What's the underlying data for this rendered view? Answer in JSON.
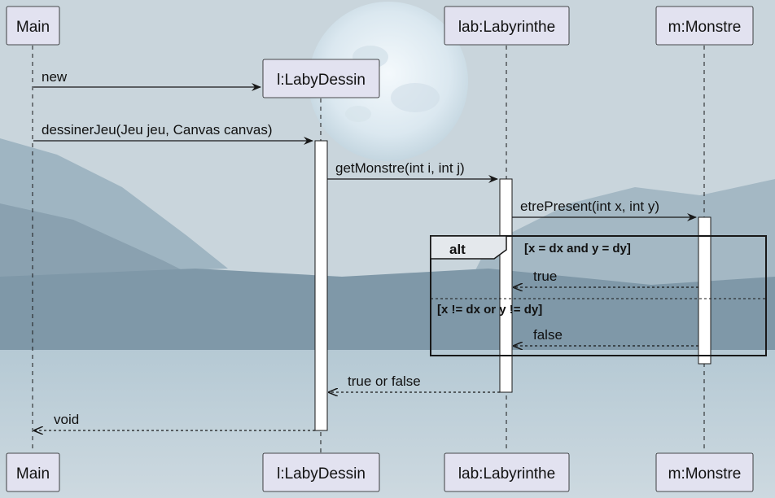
{
  "participants": [
    {
      "id": "main",
      "name": "Main"
    },
    {
      "id": "l",
      "name": "l:LabyDessin"
    },
    {
      "id": "lab",
      "name": "lab:Labyrinthe"
    },
    {
      "id": "m",
      "name": "m:Monstre"
    }
  ],
  "messages": [
    {
      "from": "main",
      "to": "l",
      "label": "new",
      "kind": "sync"
    },
    {
      "from": "main",
      "to": "l",
      "label": "dessinerJeu(Jeu jeu, Canvas canvas)",
      "kind": "sync"
    },
    {
      "from": "l",
      "to": "lab",
      "label": "getMonstre(int i, int j)",
      "kind": "sync"
    },
    {
      "from": "lab",
      "to": "m",
      "label": "etrePresent(int x, int y)",
      "kind": "sync"
    },
    {
      "from": "m",
      "to": "lab",
      "label": "true",
      "kind": "return"
    },
    {
      "from": "m",
      "to": "lab",
      "label": "false",
      "kind": "return"
    },
    {
      "from": "lab",
      "to": "l",
      "label": "true or false",
      "kind": "return"
    },
    {
      "from": "l",
      "to": "main",
      "label": "void",
      "kind": "return"
    }
  ],
  "fragment": {
    "keyword": "alt",
    "guards": [
      "[x = dx and y = dy]",
      "[x != dx or y != dy]"
    ]
  },
  "colors": {
    "participant_fill": "#e2e2f0",
    "participant_stroke": "#181818",
    "sky": "#c9d5dc",
    "moon": "#e8f2f8",
    "mountain": "#8aa4b4"
  }
}
